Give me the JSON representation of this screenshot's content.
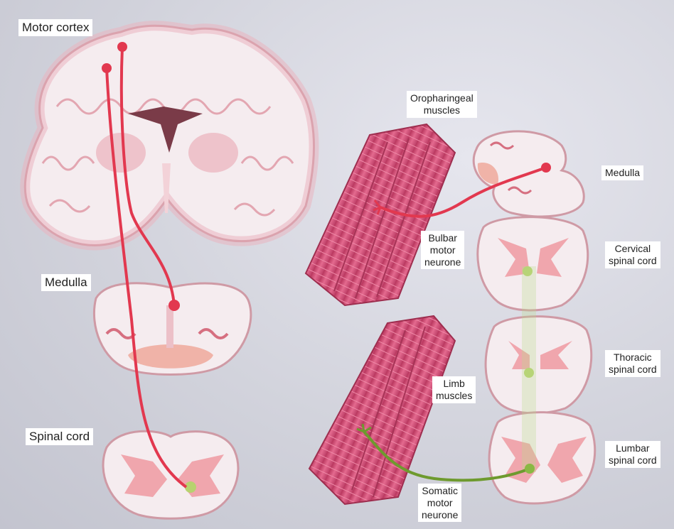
{
  "labels": {
    "motor_cortex": "Motor cortex",
    "medulla_left": "Medulla",
    "spinal_cord_left": "Spinal cord",
    "oropharyngeal_muscles": "Oropharingeal\nmuscles",
    "medulla_right": "Medulla",
    "bulbar_motor_neurone": "Bulbar\nmotor\nneurone",
    "cervical_spinal_cord": "Cervical\nspinal cord",
    "thoracic_spinal_cord": "Thoracic\nspinal cord",
    "limb_muscles": "Limb\nmuscles",
    "lumbar_spinal_cord": "Lumbar\nspinal cord",
    "somatic_motor_neurone": "Somatic\nmotor\nneurone"
  },
  "colors": {
    "upper_motor_neurone": "#e2384f",
    "lower_motor_neurone": "#6e9a2e",
    "tissue": "#f6eef0",
    "grey_matter": "#efa7b0",
    "muscle": "#d64d78"
  }
}
